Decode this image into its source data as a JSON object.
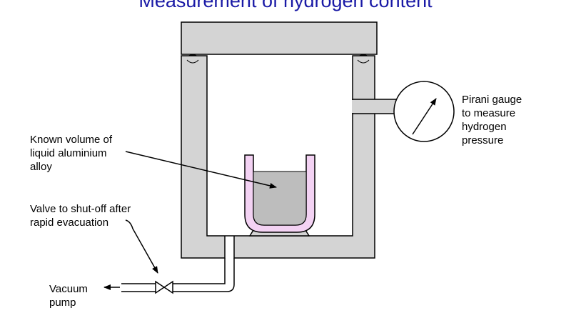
{
  "title": "Measurement of hydrogen content",
  "labels": {
    "pirani": [
      "Pirani gauge",
      "to measure",
      "hydrogen",
      "pressure"
    ],
    "volume": [
      "Known volume of",
      "liquid aluminium",
      "alloy"
    ],
    "valve": [
      "Valve to shut-off after",
      "rapid evacuation"
    ],
    "vacuum": [
      "Vacuum",
      "pump"
    ]
  },
  "colors": {
    "title": "#1a1aa6",
    "chamber_wall": "#d4d4d4",
    "liquid_metal": "#bdbdbd",
    "crucible": "#f3d2f3",
    "outline": "#000000"
  }
}
